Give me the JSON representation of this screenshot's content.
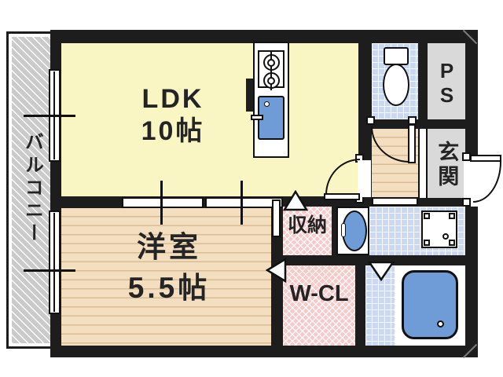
{
  "plan": {
    "type": "apartment-floor-plan",
    "rooms": {
      "ldk": {
        "name": "LDK",
        "size": "10帖"
      },
      "western": {
        "name": "洋室",
        "size": "5.5帖"
      },
      "balcony": {
        "name": "バルコニー"
      },
      "storage": {
        "name": "収納"
      },
      "wcl": {
        "name": "W-CL"
      },
      "ps": {
        "name": "PS"
      },
      "entrance": {
        "name": "玄関"
      }
    },
    "icons": [
      "stove-burner-icon",
      "kitchen-sink-icon",
      "toilet-icon",
      "washbasin-icon",
      "washing-machine-pan-icon",
      "bathtub-icon",
      "door-swing-arc",
      "entry-arrow-icon",
      "sliding-window",
      "sliding-partition"
    ]
  },
  "colors": {
    "wall": "#1d1d1d",
    "line": "#111111",
    "ldk": "#f9f6c4",
    "wood": "#f3dfbf",
    "woodline": "#d8bc97",
    "pink": "#f7caca",
    "tile": "#cad9f1",
    "fix": "#6f9bd6",
    "gray": "#d9d9d9",
    "bal": "#cacaca"
  }
}
